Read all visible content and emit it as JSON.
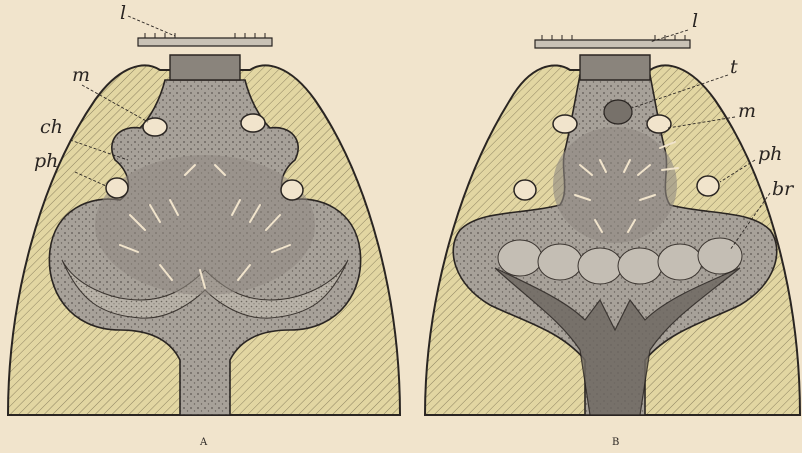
{
  "figure_a": {
    "caption": "A",
    "labels": {
      "l": "l",
      "m": "m",
      "ch": "ch",
      "ph": "ph"
    }
  },
  "figure_b": {
    "caption": "B",
    "labels": {
      "l": "l",
      "t": "t",
      "m": "m",
      "ph": "ph",
      "br": "br"
    }
  },
  "colors": {
    "paper": "#f1e4cc",
    "hatch_fill": "#e2d6a2",
    "tissue": "#9e9890",
    "ink": "#2a2522"
  }
}
